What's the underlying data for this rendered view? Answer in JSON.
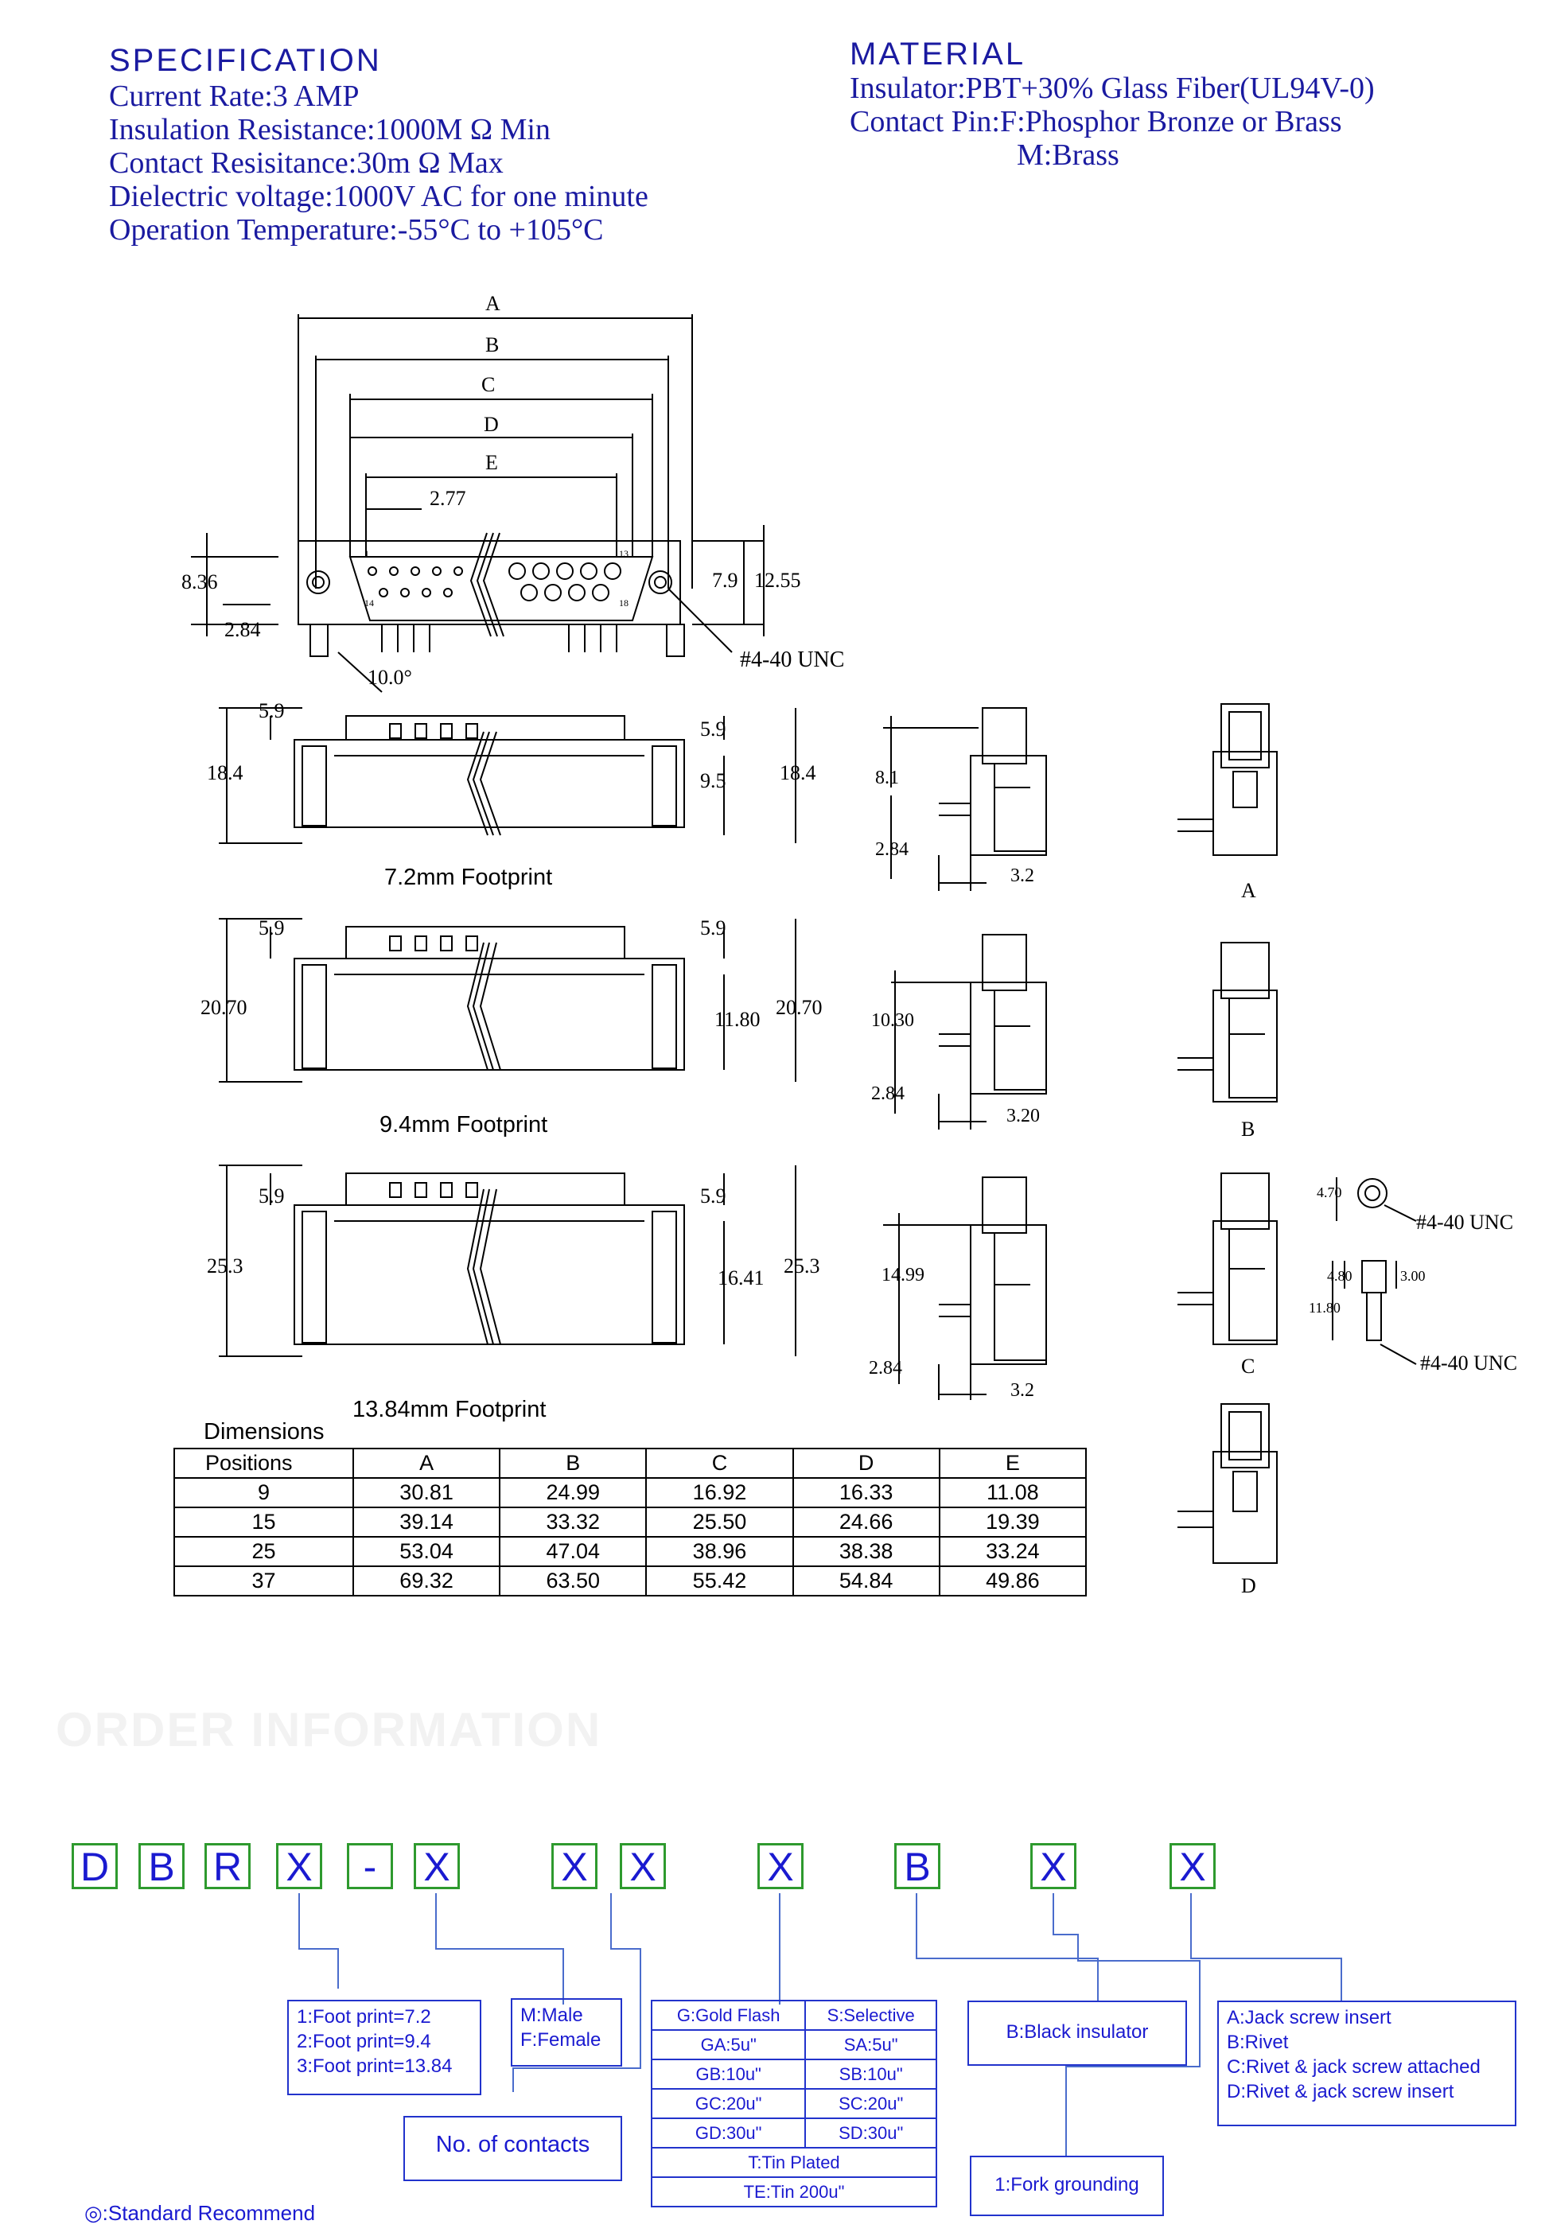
{
  "specification": {
    "title": "SPECIFICATION",
    "lines": [
      "Current Rate:3 AMP",
      "Insulation Resistance:1000M Ω Min",
      "Contact Resisitance:30m  Ω Max",
      "Dielectric voltage:1000V AC for one minute",
      "Operation Temperature:-55°C to +105°C"
    ]
  },
  "material": {
    "title": "MATERIAL",
    "lines": [
      "Insulator:PBT+30% Glass Fiber(UL94V-0)",
      "Contact Pin:F:Phosphor Bronze or Brass",
      "M:Brass"
    ]
  },
  "top_view": {
    "labels": {
      "a": "A",
      "b": "B",
      "c": "C",
      "d": "D",
      "e": "E"
    },
    "pitch": "2.77",
    "h1": "8.36",
    "h2": "2.84",
    "angle": "10.0°",
    "r1": "7.9",
    "r2": "12.55",
    "screw": "#4-40 UNC",
    "pin1": "1",
    "pin2": "14",
    "pin3": "13",
    "pin4": "18"
  },
  "footprints": [
    {
      "label": "7.2mm Footprint",
      "top": "5.9",
      "top_r": "5.9",
      "height_l": "18.4",
      "height_r": "18.4",
      "inner": "9.5",
      "side_h": "8.1",
      "side_b": "2.84",
      "side_w": "3.2"
    },
    {
      "label": "9.4mm Footprint",
      "top": "5.9",
      "top_r": "5.9",
      "height_l": "20.70",
      "height_r": "20.70",
      "inner": "11.80",
      "side_h": "10.30",
      "side_b": "2.84",
      "side_w": "3.20"
    },
    {
      "label": "13.84mm Footprint",
      "top": "5.9",
      "top_r": "5.9",
      "height_l": "25.3",
      "height_r": "25.3",
      "inner": "16.41",
      "side_h": "14.99",
      "side_b": "2.84",
      "side_w": "3.2"
    }
  ],
  "variants": {
    "a": "A",
    "b": "B",
    "c": "C",
    "d": "D",
    "c_d1": "4.70",
    "c_d2": "4.80",
    "c_d3": "3.00",
    "c_d4": "11.80",
    "c_screw1": "#4-40 UNC",
    "c_screw2": "#4-40 UNC"
  },
  "dimensions": {
    "title": "Dimensions",
    "headers": [
      "Positions",
      "A",
      "B",
      "C",
      "D",
      "E"
    ],
    "rows": [
      [
        "9",
        "30.81",
        "24.99",
        "16.92",
        "16.33",
        "11.08"
      ],
      [
        "15",
        "39.14",
        "33.32",
        "25.50",
        "24.66",
        "19.39"
      ],
      [
        "25",
        "53.04",
        "47.04",
        "38.96",
        "38.38",
        "33.24"
      ],
      [
        "37",
        "69.32",
        "63.50",
        "55.42",
        "54.84",
        "49.86"
      ]
    ]
  },
  "order": {
    "watermark": "ORDER INFORMATION",
    "code": [
      "D",
      "B",
      "R",
      "X",
      "-",
      "X",
      "X",
      "X",
      "X",
      "B",
      "X",
      "X"
    ],
    "footprint_box": [
      "1:Foot print=7.2",
      "2:Foot print=9.4",
      "3:Foot print=13.84"
    ],
    "gender_box": [
      "M:Male",
      "F:Female"
    ],
    "contacts_box": "No. of contacts",
    "plating": {
      "header": [
        "G:Gold Flash",
        "S:Selective"
      ],
      "rows": [
        [
          "GA:5u\"",
          "SA:5u\""
        ],
        [
          "GB:10u\"",
          "SB:10u\""
        ],
        [
          "GC:20u\"",
          "SC:20u\""
        ],
        [
          "GD:30u\"",
          "SD:30u\""
        ]
      ],
      "tin": [
        "T:Tin Plated",
        "TE:Tin 200u\""
      ]
    },
    "insulator_box": "B:Black insulator",
    "grounding_box": "1:Fork grounding",
    "options_box": [
      "A:Jack screw insert",
      "B:Rivet",
      "C:Rivet & jack screw attached",
      "D:Rivet & jack screw insert"
    ],
    "note": "◎:Standard Recommend"
  }
}
